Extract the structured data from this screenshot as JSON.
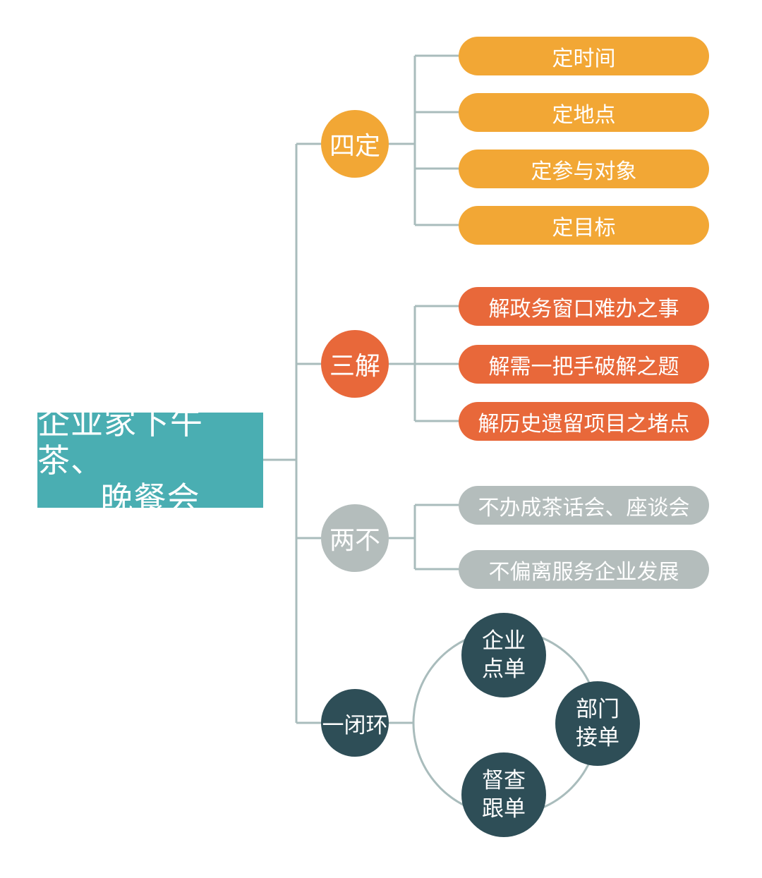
{
  "root": {
    "line1": "企业家下午茶、",
    "line2": "晚餐会"
  },
  "branches": [
    {
      "label": "四定",
      "color": "#f2a735",
      "items": [
        "定时间",
        "定地点",
        "定参与对象",
        "定目标"
      ]
    },
    {
      "label": "三解",
      "color": "#e8683a",
      "items": [
        "解政务窗口难办之事",
        "解需一把手破解之题",
        "解历史遗留项目之堵点"
      ]
    },
    {
      "label": "两不",
      "color": "#b4bdbc",
      "items": [
        "不办成茶话会、座谈会",
        "不偏离服务企业发展"
      ]
    },
    {
      "label": "一闭环",
      "color": "#2e4e57",
      "loop": [
        {
          "line1": "企业",
          "line2": "点单"
        },
        {
          "line1": "部门",
          "line2": "接单"
        },
        {
          "line1": "督查",
          "line2": "跟单"
        }
      ]
    }
  ],
  "colors": {
    "root": "#4aaeb2",
    "connector": "#a9bcbc"
  }
}
